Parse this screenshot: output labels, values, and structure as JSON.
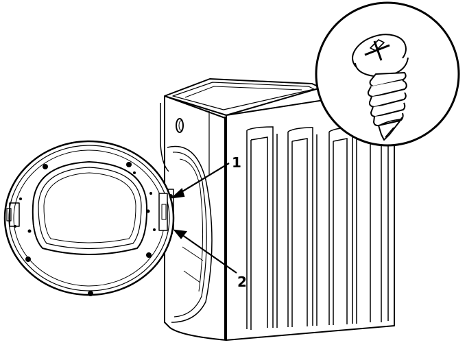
{
  "callouts": [
    {
      "label": "1",
      "part": "upper-hinge-screw"
    },
    {
      "label": "2",
      "part": "lower-hinge-screw"
    }
  ],
  "colors": {
    "line": "#000000",
    "background": "#ffffff"
  },
  "icons": [
    "screw-icon"
  ]
}
